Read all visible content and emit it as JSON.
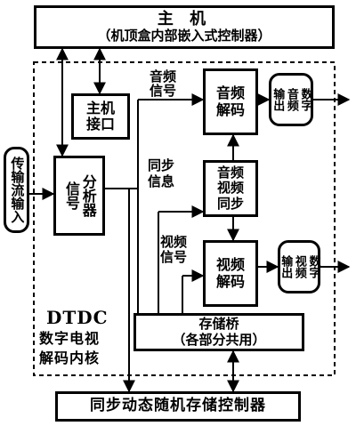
{
  "host": {
    "line1": "主  机",
    "line2": "（机顶盒内部嵌入式控制器）"
  },
  "host_interface": {
    "line1": "主机",
    "line2": "接口"
  },
  "input": {
    "text": "传输流输入"
  },
  "analyzer": {
    "col1": "分析器",
    "col2": "信号"
  },
  "audio_signal": {
    "line1": "音频",
    "line2": "信号"
  },
  "sync_info": {
    "line1": "同步",
    "line2": "信息"
  },
  "video_signal": {
    "line1": "视频",
    "line2": "信号"
  },
  "audio_decode": {
    "line1": "音频",
    "line2": "解码"
  },
  "av_sync": {
    "line1": "音频",
    "line2": "视频",
    "line3": "同步"
  },
  "video_decode": {
    "line1": "视频",
    "line2": "解码"
  },
  "digital_audio_out": {
    "col1": "数字",
    "col2": "音频",
    "col3": "输出"
  },
  "digital_video_out": {
    "col1": "数字",
    "col2": "视频",
    "col3": "输出"
  },
  "dtdc": {
    "title": "DTDC",
    "line1": "数字电视",
    "line2": "解码内核"
  },
  "storage_bridge": {
    "line1": "存储桥",
    "line2": "（各部分共用）"
  },
  "sdram": {
    "text": "同步动态随机存储控制器"
  }
}
